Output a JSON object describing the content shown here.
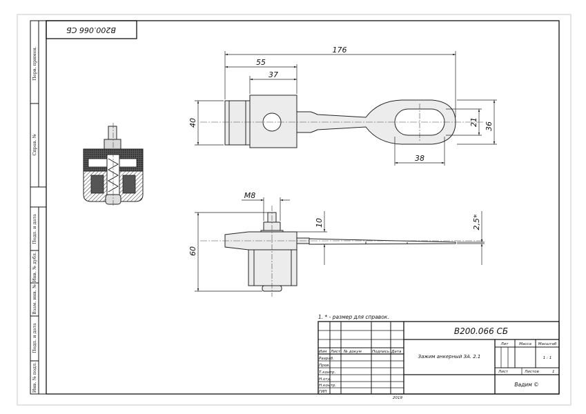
{
  "sheet": {
    "designation": "В200.066 СБ",
    "designation_rotated": "В200.066 СБ",
    "note": "1. * - размер для справок.",
    "year": "2019"
  },
  "left_stamp": {
    "perv_primen": "Перв. примен.",
    "sprav_no": "Справ. №",
    "podp_data_1": "Подп. и дата",
    "inv_dubl": "Инв. № дубл.",
    "vzam_inv": "Взам. инв. №",
    "podp_data_2": "Подп. и дата",
    "inv_podl": "Инв. № подл."
  },
  "dimensions": {
    "d176": "176",
    "d55": "55",
    "d37": "37",
    "d40": "40",
    "d21": "21",
    "d36": "36",
    "d38": "38",
    "dM8": "M8",
    "d10": "10",
    "d25": "2,5*",
    "d60": "60"
  },
  "title_block": {
    "designation": "В200.066 СБ",
    "name": "Зажим анкерный ЗА. 2.1",
    "col_izm": "Изм",
    "col_list": "Лист",
    "col_doc": "№ докум",
    "col_podp": "Подпись",
    "col_data": "Дата",
    "row_razrab": "Разраб.",
    "row_prov": "Пров.",
    "row_tkontr": "Т.контр.",
    "row_notd": "Н.отд.",
    "row_nkontr": "Н.контр.",
    "row_gip": "ГИП",
    "lit": "Лит",
    "massa": "Масса",
    "masshtab": "Масштаб",
    "scale_value": "1 : 1",
    "list": "Лист",
    "listov": "Листов",
    "listov_value": "1",
    "company": "Вадим ©"
  }
}
